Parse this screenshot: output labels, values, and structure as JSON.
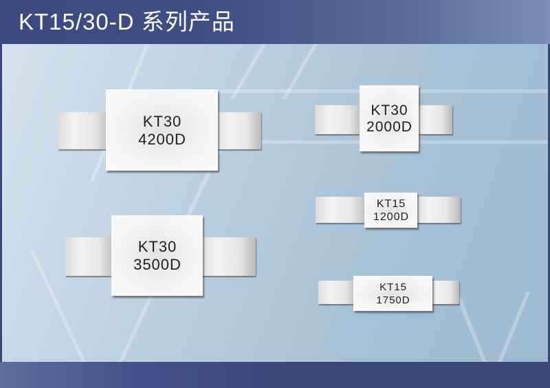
{
  "header": {
    "title": "KT15/30-D 系列产品"
  },
  "products": [
    {
      "series": "KT30",
      "model": "4200D"
    },
    {
      "series": "KT30",
      "model": "2000D"
    },
    {
      "series": "KT15",
      "model": "1200D"
    },
    {
      "series": "KT30",
      "model": "3500D"
    },
    {
      "series": "KT15",
      "model": "1750D"
    }
  ],
  "colors": {
    "header": "#3b4a7e",
    "footer": "#3a4779",
    "panel": "#b4cadb",
    "chip": "#f2f2f2",
    "text": "#1e1e1e"
  }
}
